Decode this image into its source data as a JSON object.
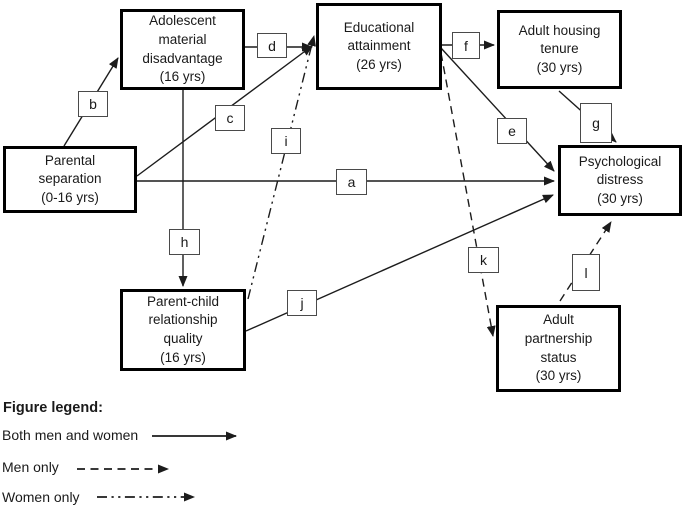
{
  "figure": {
    "nodes": [
      {
        "id": "parental-separation",
        "label": "Parental\nseparation\n(0-16 yrs)"
      },
      {
        "id": "adolescent-material-disadvantage",
        "label": "Adolescent\nmaterial\ndisadvantage\n(16 yrs)"
      },
      {
        "id": "educational-attainment",
        "label": "Educational\nattainment\n(26 yrs)"
      },
      {
        "id": "adult-housing-tenure",
        "label": "Adult housing\ntenure\n(30 yrs)"
      },
      {
        "id": "psychological-distress",
        "label": "Psychological\ndistress\n(30 yrs)"
      },
      {
        "id": "parent-child-relationship-quality",
        "label": "Parent-child\nrelationship\nquality\n(16 yrs)"
      },
      {
        "id": "adult-partnership-status",
        "label": "Adult\npartnership\nstatus\n(30 yrs)"
      }
    ],
    "paths": [
      {
        "label": "a",
        "from": "parental-separation",
        "to": "psychological-distress",
        "group": "both"
      },
      {
        "label": "b",
        "from": "parental-separation",
        "to": "adolescent-material-disadvantage",
        "group": "both"
      },
      {
        "label": "c",
        "from": "parental-separation",
        "to": "educational-attainment",
        "group": "both"
      },
      {
        "label": "d",
        "from": "adolescent-material-disadvantage",
        "to": "educational-attainment",
        "group": "both"
      },
      {
        "label": "e",
        "from": "educational-attainment",
        "to": "psychological-distress",
        "group": "both"
      },
      {
        "label": "f",
        "from": "educational-attainment",
        "to": "adult-housing-tenure",
        "group": "both"
      },
      {
        "label": "g",
        "from": "adult-housing-tenure",
        "to": "psychological-distress",
        "group": "both"
      },
      {
        "label": "h",
        "from": "adolescent-material-disadvantage",
        "to": "parent-child-relationship-quality",
        "group": "both"
      },
      {
        "label": "i",
        "from": "parent-child-relationship-quality",
        "to": "educational-attainment",
        "group": "women"
      },
      {
        "label": "j",
        "from": "parent-child-relationship-quality",
        "to": "psychological-distress",
        "group": "both"
      },
      {
        "label": "k",
        "from": "educational-attainment",
        "to": "adult-partnership-status",
        "group": "men"
      },
      {
        "label": "l",
        "from": "adult-partnership-status",
        "to": "psychological-distress",
        "group": "men"
      }
    ]
  },
  "legend": {
    "title": "Figure legend:",
    "items": [
      {
        "label": "Both men and women",
        "style": "solid"
      },
      {
        "label": "Men only",
        "style": "dashed"
      },
      {
        "label": "Women only",
        "style": "dash-dot-dot"
      }
    ]
  },
  "colors": {
    "line": "#1c1c1c",
    "node_border": "#000000",
    "label_box_border": "#4a4a4a",
    "background": "#ffffff",
    "text": "#1a1a1a"
  }
}
